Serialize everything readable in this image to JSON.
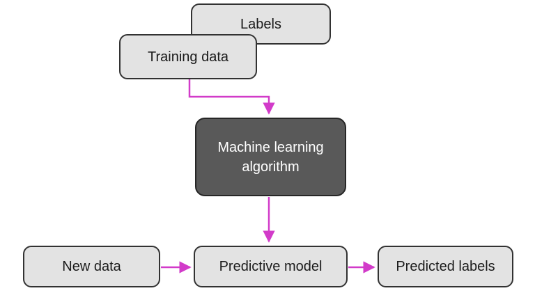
{
  "nodes": {
    "labels": {
      "label": "Labels"
    },
    "training_data": {
      "label": "Training data"
    },
    "ml_algorithm": {
      "label": "Machine learning algorithm"
    },
    "new_data": {
      "label": "New data"
    },
    "predictive_model": {
      "label": "Predictive model"
    },
    "predicted_labels": {
      "label": "Predicted labels"
    }
  },
  "edges": [
    {
      "from": "training_data",
      "to": "ml_algorithm",
      "style": "elbow-down"
    },
    {
      "from": "ml_algorithm",
      "to": "predictive_model",
      "style": "straight-down"
    },
    {
      "from": "new_data",
      "to": "predictive_model",
      "style": "straight-right"
    },
    {
      "from": "predictive_model",
      "to": "predicted_labels",
      "style": "straight-right"
    }
  ],
  "colors": {
    "background": "#ffffff",
    "box_fill": "#e3e3e3",
    "box_border": "#323232",
    "dark_box_fill": "#595959",
    "dark_box_border": "#262626",
    "dark_box_text": "#ffffff",
    "text": "#1a1a1a",
    "arrow": "#d23bc9"
  }
}
